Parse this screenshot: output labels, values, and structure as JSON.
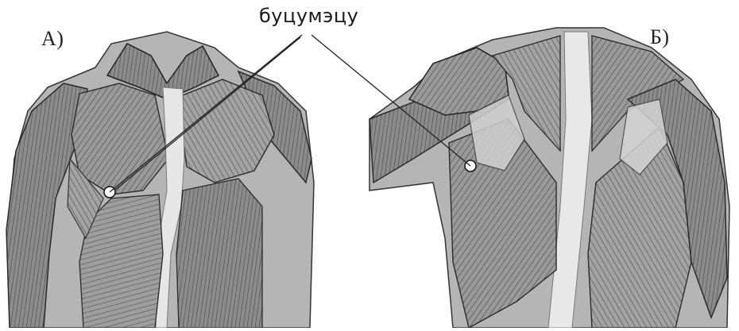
{
  "panel_a": {
    "label": "А)"
  },
  "panel_b": {
    "label": "Б)"
  },
  "callout": {
    "text": "буцумэцу"
  },
  "colors": {
    "background": "#ffffff",
    "muscle_fill": "#8f8f8f",
    "muscle_light": "#d9d9d9",
    "muscle_dark": "#3a3a3a",
    "point": "#ffffff"
  }
}
